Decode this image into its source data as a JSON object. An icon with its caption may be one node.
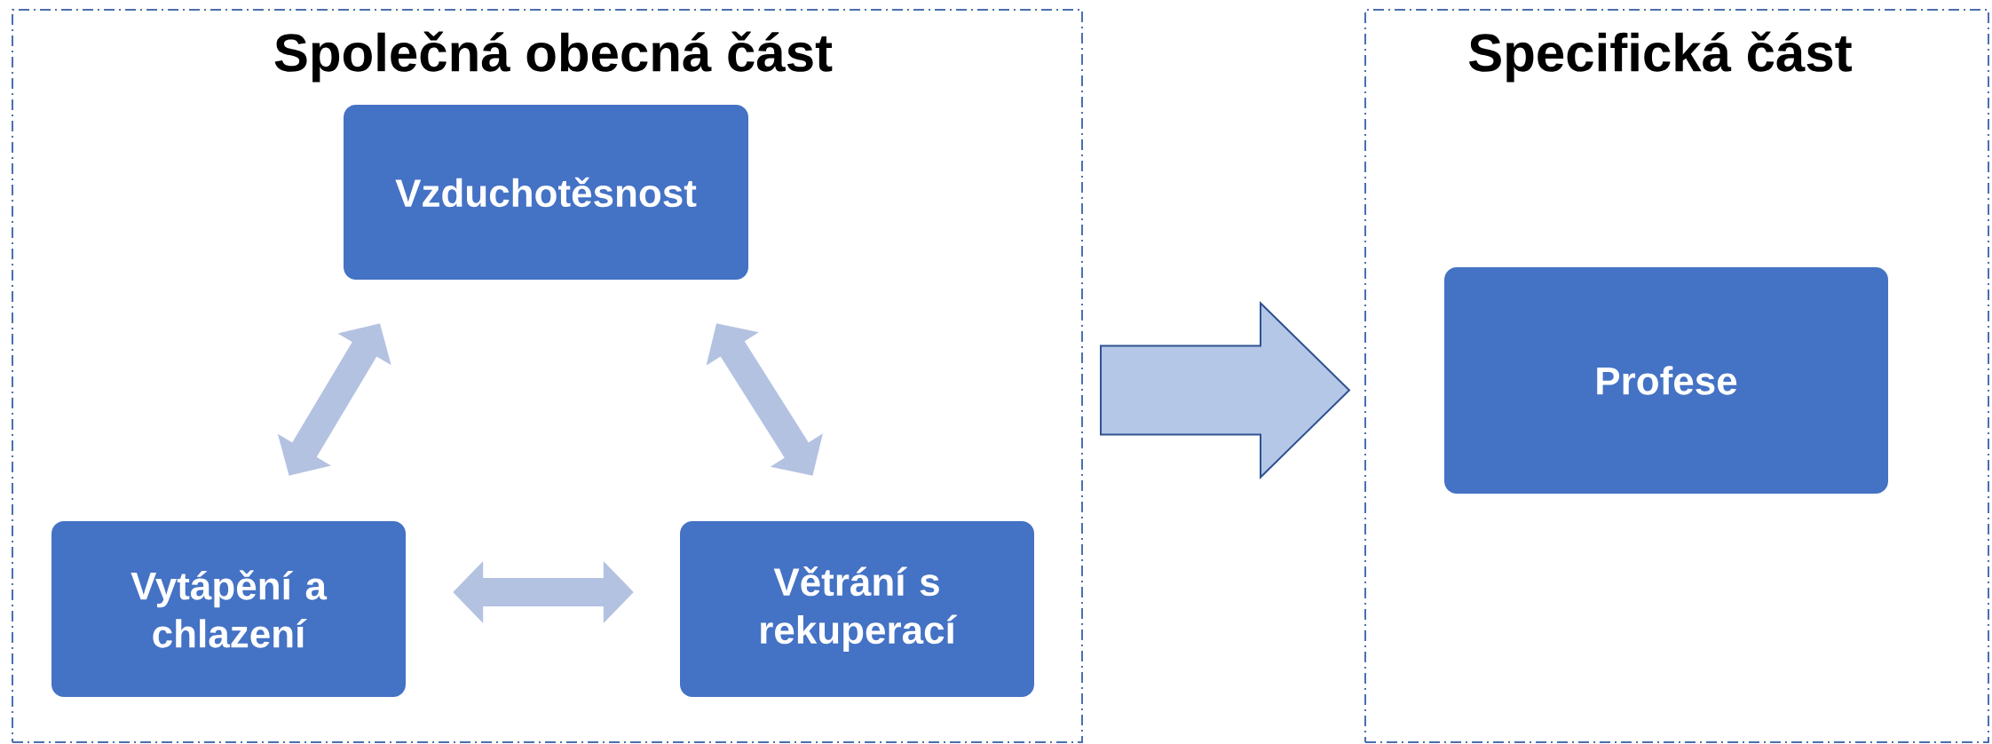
{
  "diagram": {
    "nodes": [
      {
        "text": [
          "Společná obecná část"
        ]
      },
      {
        "text": [
          "Vzduchotěsnost"
        ],
        "in": 0
      },
      {
        "text": [
          "Vytápění a chlazení"
        ],
        "in": 0
      },
      {
        "text": [
          "Větrání s rekuperací"
        ],
        "in": 0
      },
      {
        "text": [
          "Specifická část"
        ]
      },
      {
        "text": [
          "Profese"
        ],
        "in": 4
      }
    ],
    "edges": [
      {
        "from": 1,
        "to": 2,
        "arrow": "both"
      },
      {
        "from": 1,
        "to": 3,
        "arrow": "both"
      },
      {
        "from": 2,
        "to": 3,
        "arrow": "both"
      },
      {
        "from": 0,
        "to": 4,
        "arrow": "to"
      }
    ]
  }
}
